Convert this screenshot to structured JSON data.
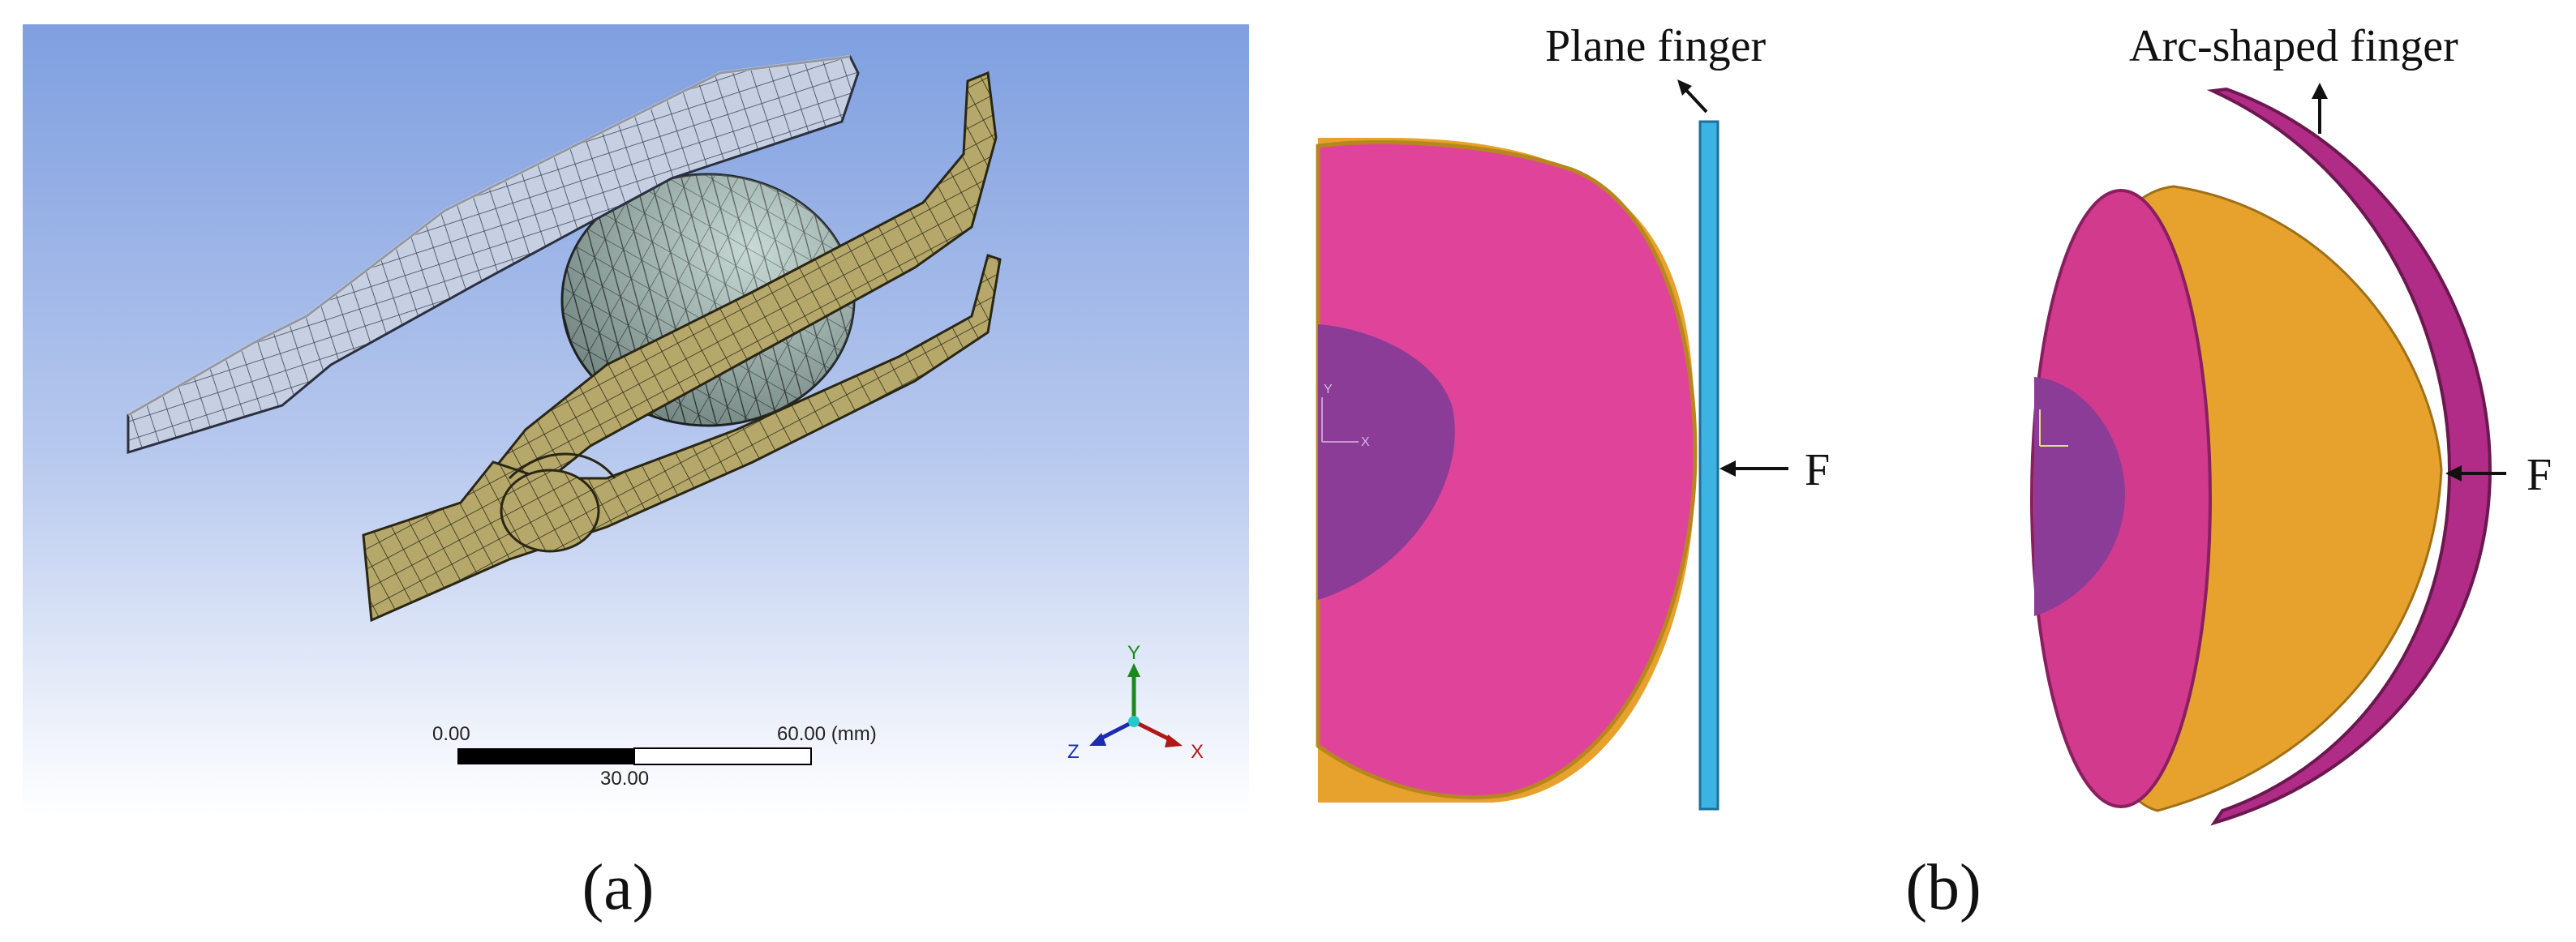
{
  "panel_a": {
    "sublabel": "(a)",
    "scale_bar": {
      "left_label": "0.00",
      "right_label": "60.00 (mm)",
      "mid_label": "30.00"
    },
    "triad": {
      "y": "Y",
      "x": "X",
      "z": "Z"
    },
    "colors": {
      "bg_top": "#7f9fe0",
      "bg_bottom": "#ffffff",
      "left_finger": "#c4cfe0",
      "right_finger": "#b3a668",
      "sphere": "#a9c4bd"
    }
  },
  "panel_b": {
    "sublabel": "(b)",
    "plane_finger_label": "Plane finger",
    "arc_finger_label": "Arc-shaped finger",
    "force_label_left": "F",
    "force_label_right": "F",
    "small_axis": {
      "y": "Y",
      "x": "X"
    },
    "colors": {
      "magenta": "#e0449a",
      "purple": "#8a3c96",
      "orange": "#e6a22c",
      "plane_finger": "#3cb3e3",
      "arc_finger": "#b02c86"
    }
  }
}
